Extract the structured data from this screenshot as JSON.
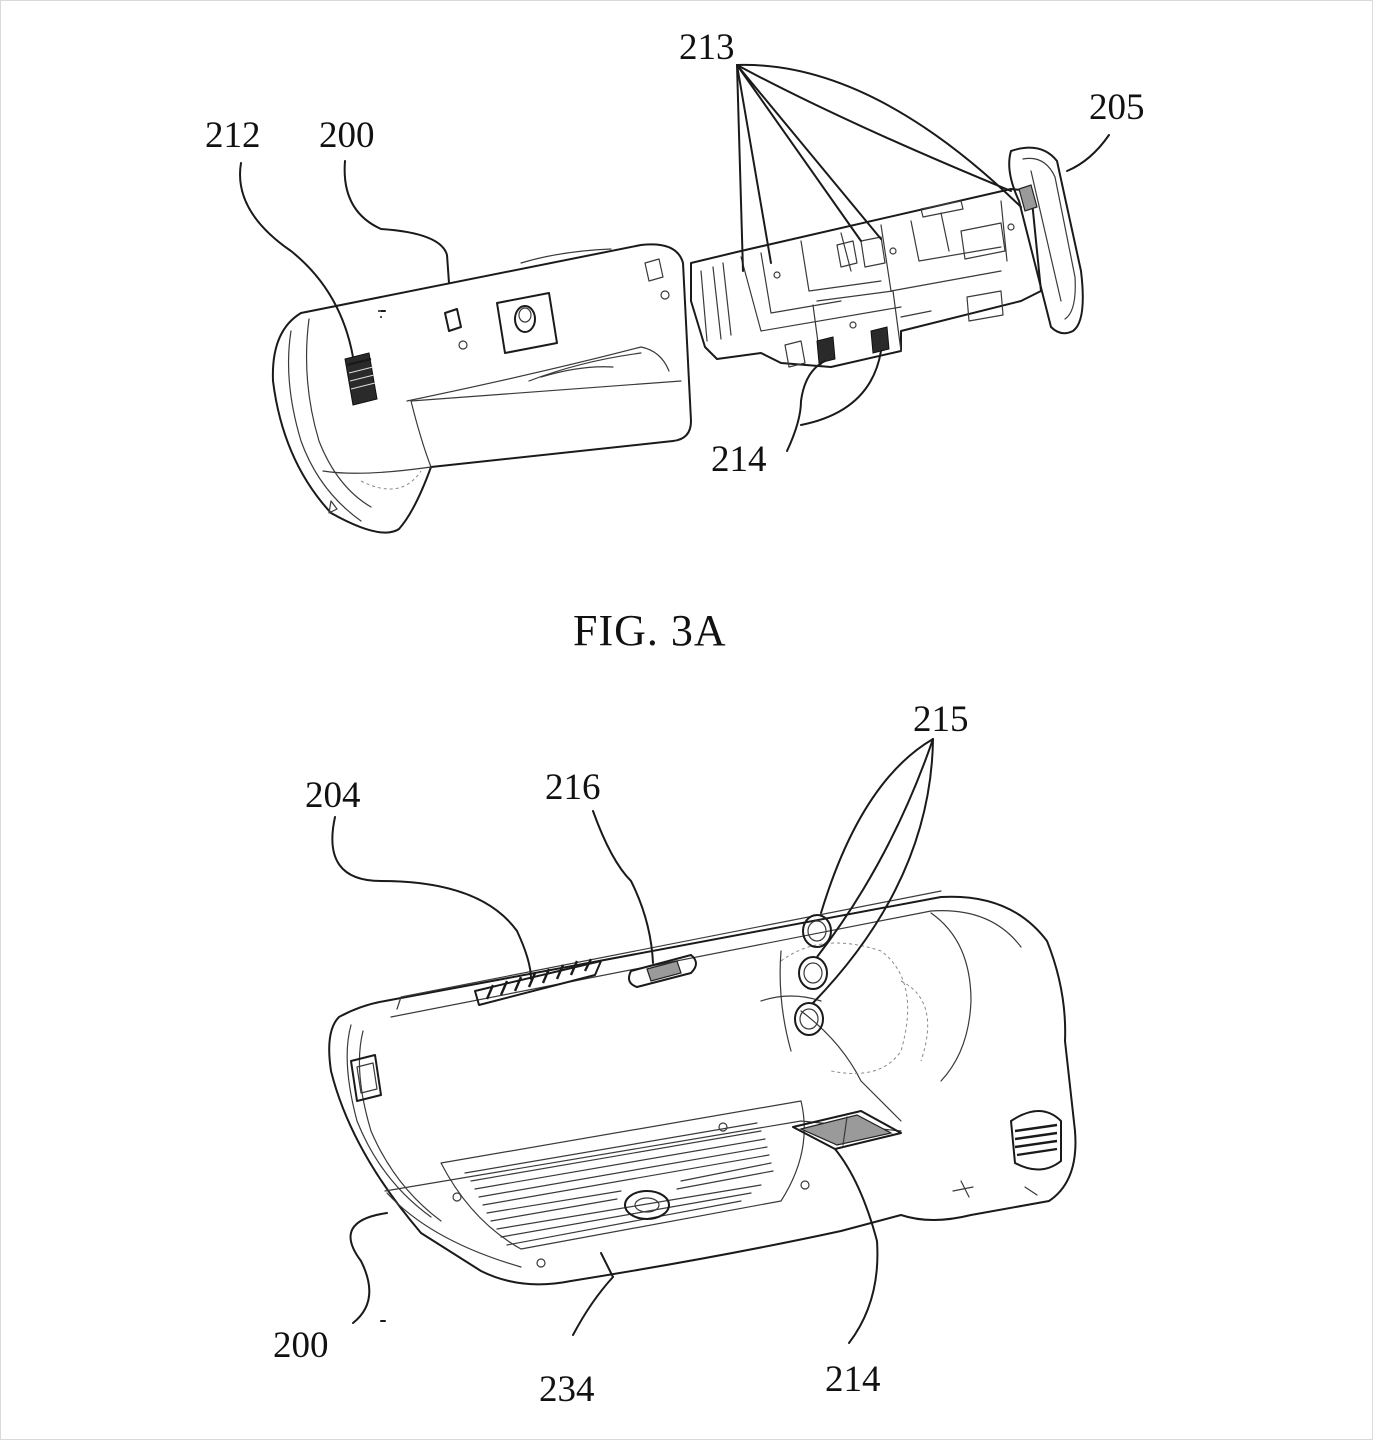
{
  "figure_top": {
    "caption": "FIG. 3A",
    "labels": {
      "ref_212": "212",
      "ref_200": "200",
      "ref_213": "213",
      "ref_205": "205",
      "ref_214": "214"
    }
  },
  "figure_bottom": {
    "labels": {
      "ref_204": "204",
      "ref_216": "216",
      "ref_215": "215",
      "ref_200": "200",
      "ref_234": "234",
      "ref_214": "214"
    }
  }
}
